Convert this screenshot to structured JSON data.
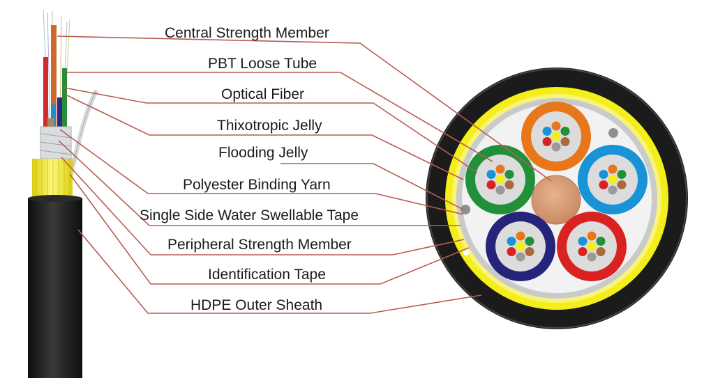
{
  "diagram": {
    "labels": [
      "Central Strength Member",
      "PBT Loose Tube",
      "Optical Fiber",
      "Thixotropic Jelly",
      "Flooding Jelly",
      "Polyester Binding Yarn",
      "Single Side Water Swellable Tape",
      "Peripheral Strength Member",
      "Identification Tape",
      "HDPE Outer Sheath"
    ]
  },
  "colors": {
    "leader_line": "#b85a52",
    "outer_sheath": "#1b1b1b",
    "swellable_tape": "#f4ef1a",
    "central_member": "#d99a73",
    "tube_orange": "#e8771c",
    "tube_blue": "#1793d6",
    "tube_green": "#20913a",
    "tube_navy": "#25237a",
    "tube_red": "#d92323"
  }
}
